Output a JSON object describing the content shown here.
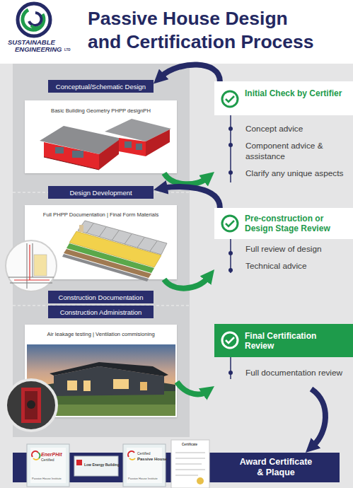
{
  "diagram": {
    "title": "Passive House Design and Certification Process",
    "nodes": [
      {
        "text": [
          "Conceptual/Schematic Design"
        ]
      },
      {
        "text": [
          "Basic Building Geometry PHPP designPH"
        ]
      },
      {
        "text": [
          "Initial Check by Certifier",
          "Concept advice",
          "Component advice & assistance",
          "Clarify any unique aspects"
        ]
      },
      {
        "text": [
          "Design Development"
        ]
      },
      {
        "text": [
          "Full PHPP Documentation | Final Form Materials"
        ]
      },
      {
        "text": [
          "Pre-construction or Design Stage Review",
          "Full review of design",
          "Technical advice"
        ]
      },
      {
        "text": [
          "Construction Documentation"
        ]
      },
      {
        "text": [
          "Construction Administration"
        ]
      },
      {
        "text": [
          "Air leakage testing | Ventilation commisioning"
        ]
      },
      {
        "text": [
          "Final Certification Review",
          "Full documentation review"
        ]
      },
      {
        "text": [
          "Award Certificate & Plaque"
        ]
      }
    ],
    "edges": [
      {
        "from": 2,
        "to": 0,
        "arrow": "to"
      },
      {
        "from": 1,
        "to": 2,
        "arrow": "to"
      },
      {
        "from": 5,
        "to": 3,
        "arrow": "to"
      },
      {
        "from": 4,
        "to": 5,
        "arrow": "to"
      },
      {
        "from": 8,
        "to": 9,
        "arrow": "to"
      },
      {
        "from": 9,
        "to": 10,
        "arrow": "to"
      }
    ],
    "labels": [
      "SUSTAINABLE",
      "ENGINEERING",
      "LTD",
      "EnerPHit",
      "Certified",
      "Passive House Institute",
      "Low Energy Building",
      "Certified",
      "Passive House",
      "Passive House Institute",
      "Certificate"
    ]
  }
}
